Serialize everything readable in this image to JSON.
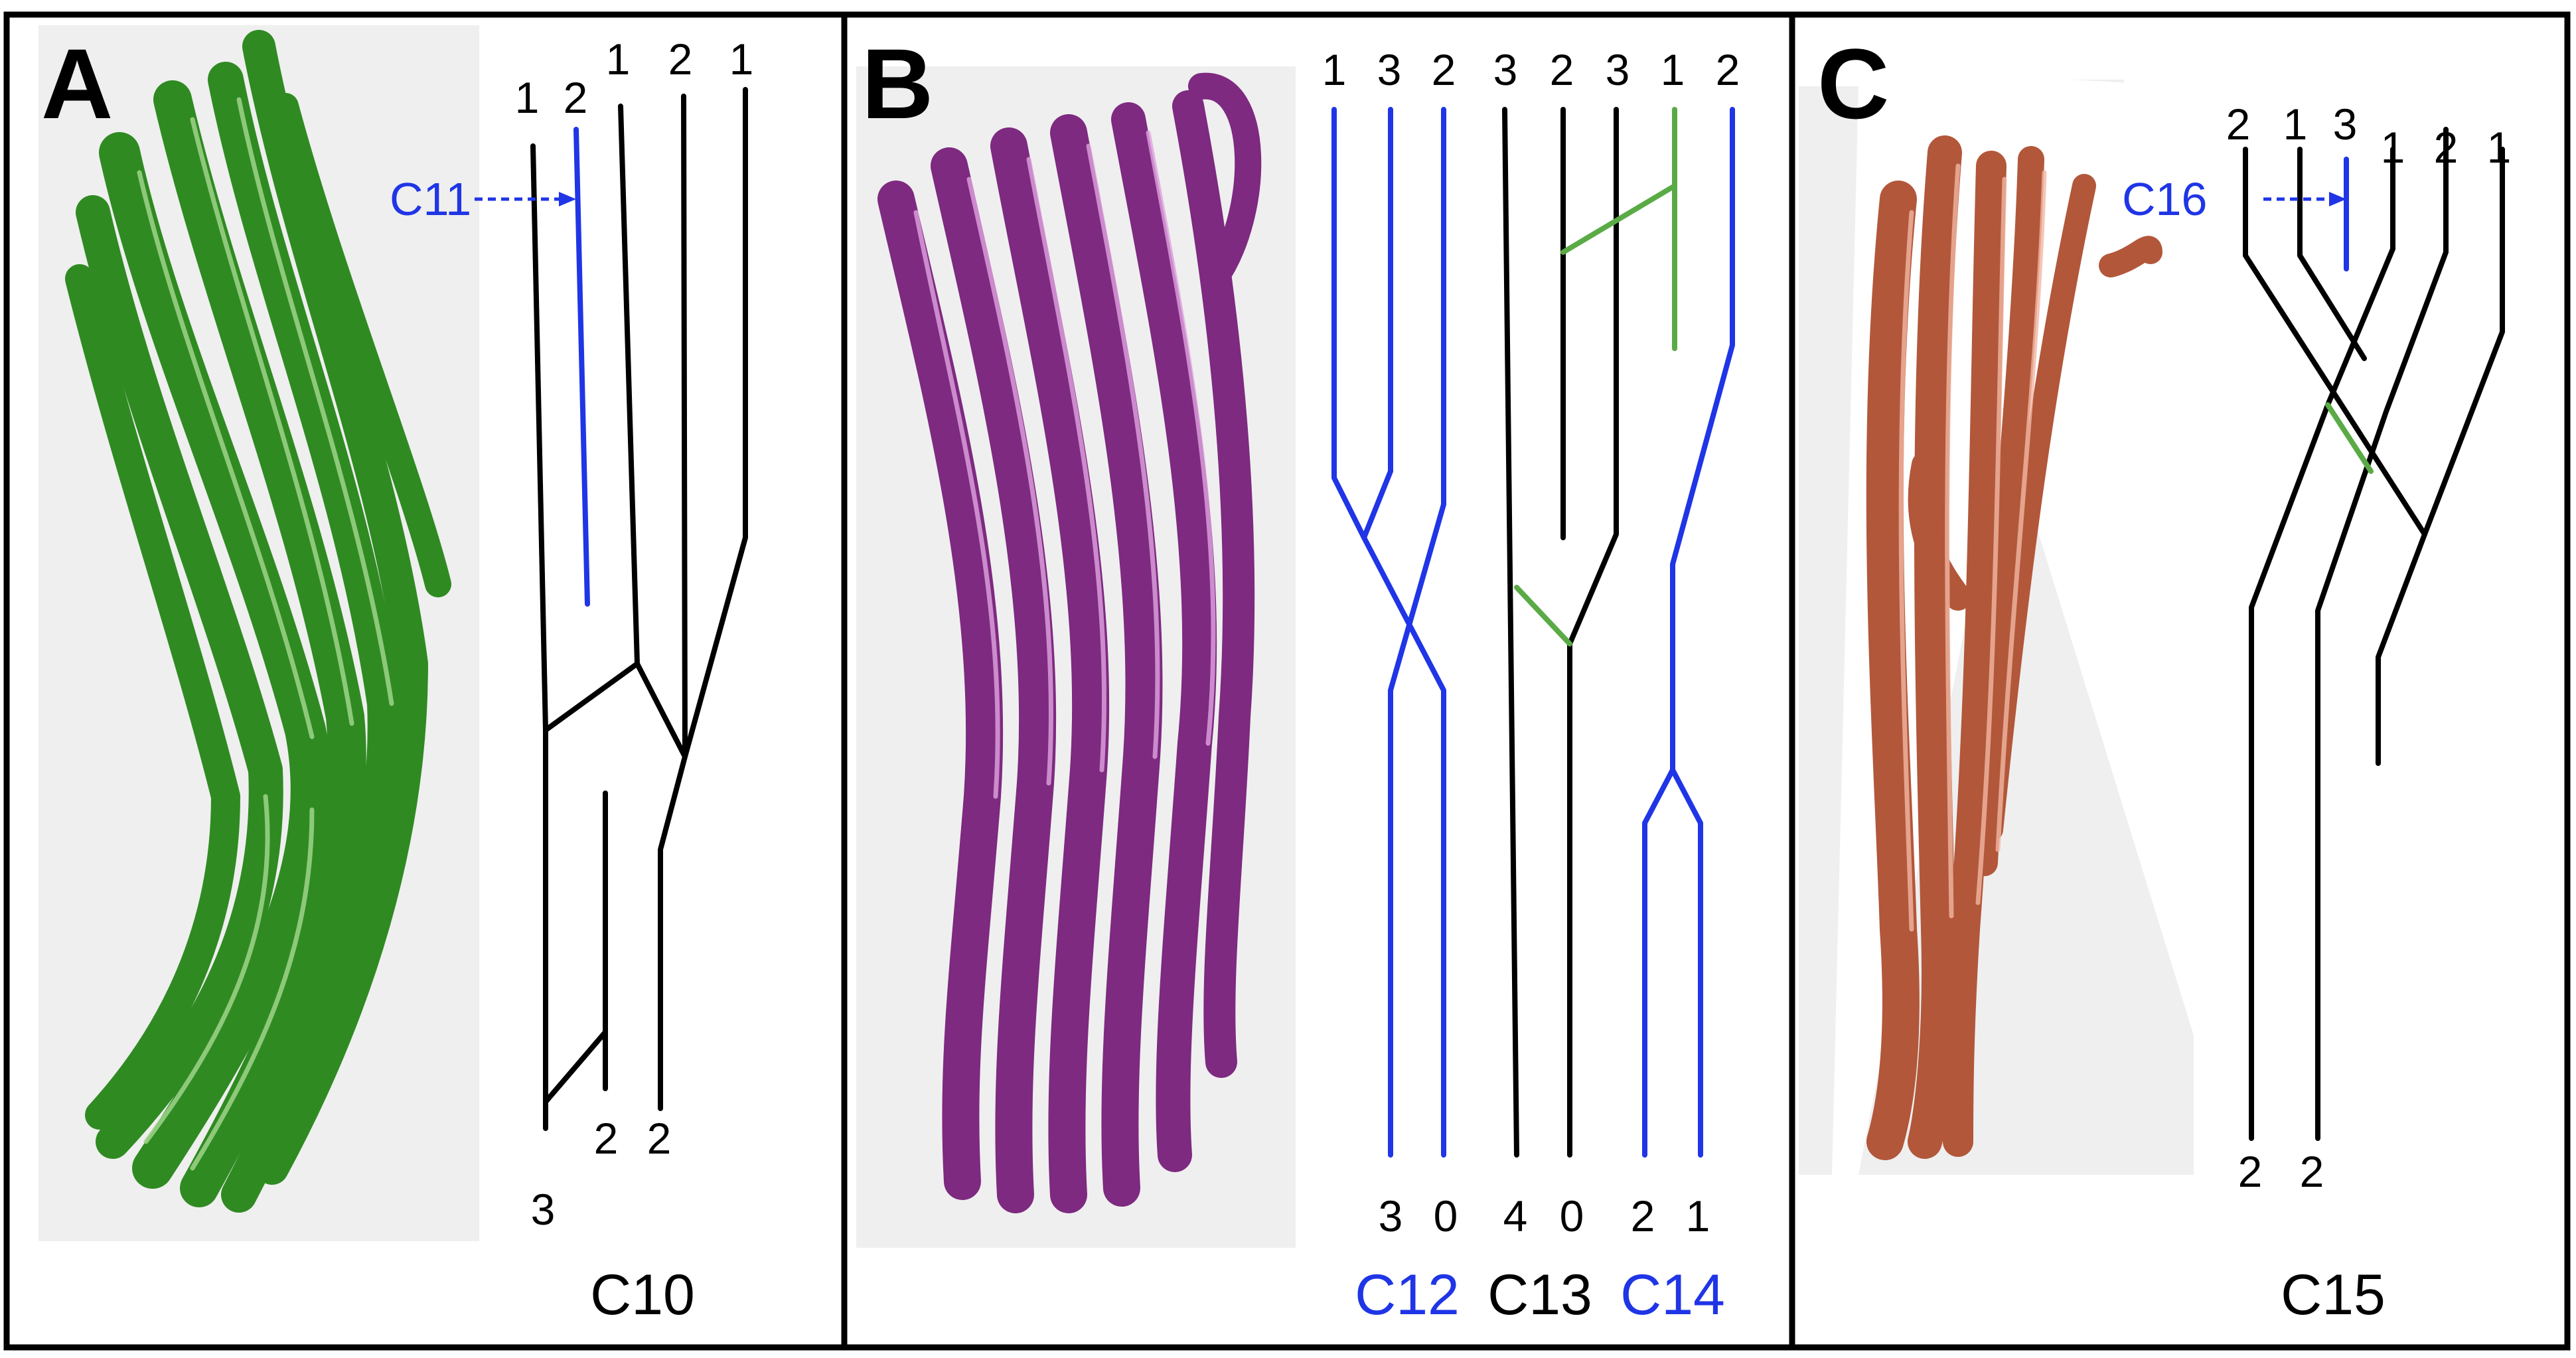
{
  "colors": {
    "black": "#000000",
    "blue": "#1f35e6",
    "green": "#5aaa46",
    "panel_a_render": "#2f8a22",
    "panel_b_render": "#7d2a80",
    "panel_c_render": "#b2573a",
    "render_background": "#efefef"
  },
  "panels": [
    {
      "letter": "A",
      "top_numbers": [
        "1",
        "2",
        "1",
        "2",
        "1"
      ],
      "bottom_numbers": [
        "2",
        "2",
        "3"
      ],
      "callout": "C11",
      "names": [
        "C10"
      ]
    },
    {
      "letter": "B",
      "top_numbers": [
        "1",
        "3",
        "2",
        "3",
        "2",
        "3",
        "1",
        "2"
      ],
      "bottom_numbers": [
        "3",
        "0",
        "4",
        "0",
        "2",
        "1"
      ],
      "names": [
        "C12",
        "C13",
        "C14"
      ]
    },
    {
      "letter": "C",
      "top_numbers": [
        "2",
        "1",
        "3",
        "1",
        "2",
        "1"
      ],
      "bottom_numbers": [
        "2",
        "2"
      ],
      "callout": "C16",
      "names": [
        "C15"
      ]
    }
  ]
}
